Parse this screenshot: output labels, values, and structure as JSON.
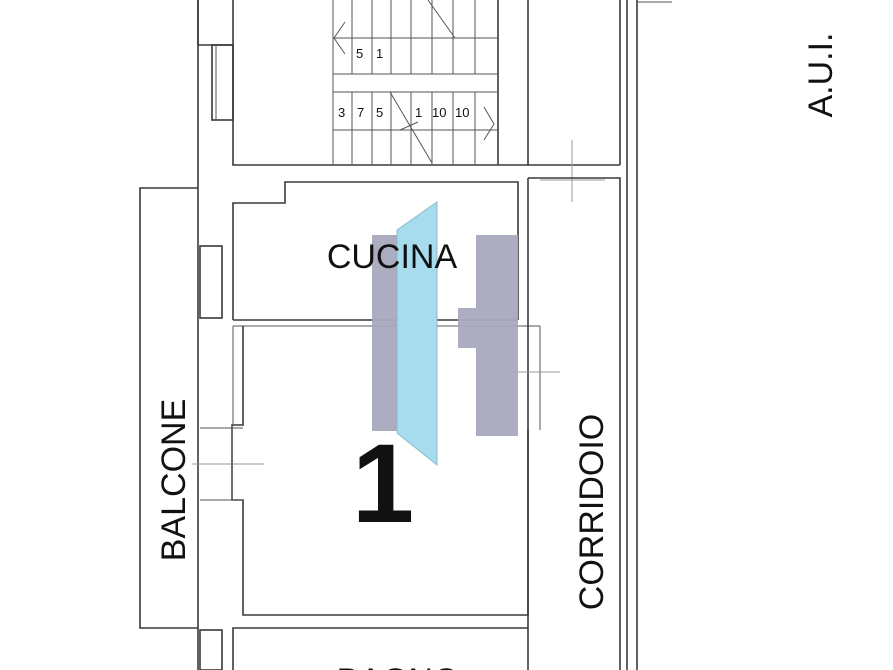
{
  "rooms": {
    "cucina": "CUCINA",
    "balcone": "BALCONE",
    "corridoio": "CORRIDOIO",
    "bagno": "BAGNO",
    "aui": "A.U.I."
  },
  "unit_number": "1",
  "stairs": {
    "upper_steps": [
      "5",
      "1"
    ],
    "lower_steps": [
      "3",
      "7",
      "5",
      "1",
      "10",
      "10"
    ]
  },
  "colors": {
    "highlight_blue": "#a7dcef",
    "highlight_gray": "#a8a9bd",
    "wall": "#3a3a3a"
  }
}
